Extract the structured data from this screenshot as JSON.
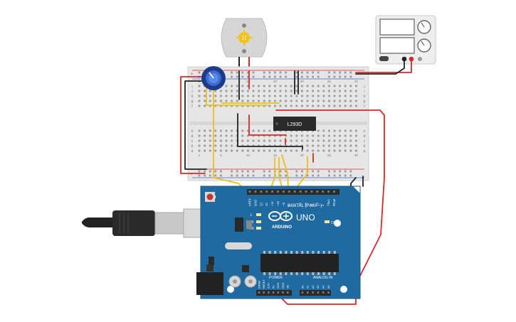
{
  "breadboard": {
    "row_letters_top": [
      "j",
      "i",
      "h",
      "g",
      "f"
    ],
    "row_letters_bottom": [
      "e",
      "d",
      "c",
      "b",
      "a"
    ],
    "column_numbers": [
      "1",
      "5",
      "10",
      "15",
      "20",
      "25",
      "30"
    ],
    "rail_plus": "+",
    "rail_minus": "-"
  },
  "chip": {
    "label": "L293D"
  },
  "arduino": {
    "brand": "ARDUINO",
    "model": "UNO",
    "digital_header": "DIGITAL (PWM ~)",
    "analog_header": "ANALOG IN",
    "power_header": "POWER",
    "on_label": "ON",
    "tx_label": "TX",
    "rx_label": "RX",
    "l_label": "L",
    "digital_pins": [
      "AREF",
      "GND",
      "13",
      "12",
      "~11",
      "~10",
      "~9",
      "8",
      "7",
      "~6",
      "~5",
      "4",
      "~3",
      "2",
      "TX▸1",
      "RX◂0"
    ],
    "power_pins": [
      "IOREF",
      "RESET",
      "3.3V",
      "5V",
      "GND",
      "GND",
      "Vin"
    ],
    "analog_pins": [
      "A0",
      "A1",
      "A2",
      "A3",
      "A4",
      "A5"
    ]
  },
  "colors": {
    "wire_red": "#d42a2a",
    "wire_black": "#222222",
    "wire_yellow": "#e8c020",
    "arduino_blue": "#1f6aa0",
    "breadboard": "#e6e6e6"
  }
}
